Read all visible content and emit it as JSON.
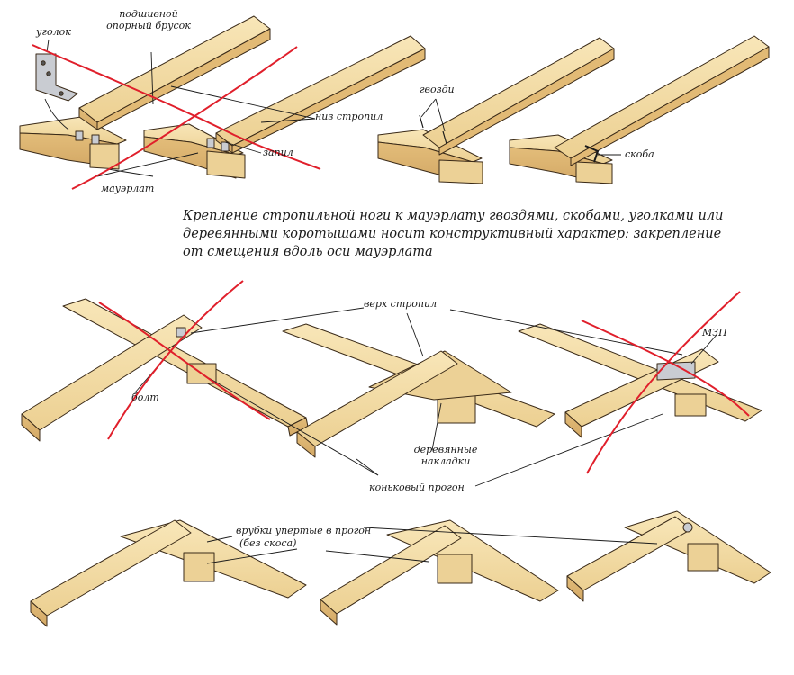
{
  "colors": {
    "wood_light": "#f4dda8",
    "wood_mid": "#e7c586",
    "wood_dark": "#c9a062",
    "outline": "#3a2a18",
    "metal": "#c9ccd2",
    "red_mark": "#e01f2b"
  },
  "top_left": {
    "angle_label": "уголок",
    "support_beam_label_1": "подшивной",
    "support_beam_label_2": "опорный брусок",
    "rafter_bottom_label": "низ стропил",
    "notch_label": "запил",
    "wallplate_label": "мауэрлат"
  },
  "top_right": {
    "nails_label": "гвозди",
    "staple_label": "скоба"
  },
  "caption": {
    "line1": "Крепление стропильной ноги к мауэрлату гвоздями, скобами, уголками или",
    "line2": "деревянными коротышами носит конструктивный характер: закрепление",
    "line3": "от смещения вдоль оси мауэрлата"
  },
  "middle": {
    "rafter_top_label": "верх стропил",
    "mzp_label": "МЗП",
    "bolt_label": "болт",
    "wood_pads_label_1": "деревянные",
    "wood_pads_label_2": "накладки",
    "ridge_purlin_label": "коньковый прогон"
  },
  "bottom": {
    "notch_label_1": "врубки упертые в прогон",
    "notch_label_2": "(без скоса)"
  }
}
